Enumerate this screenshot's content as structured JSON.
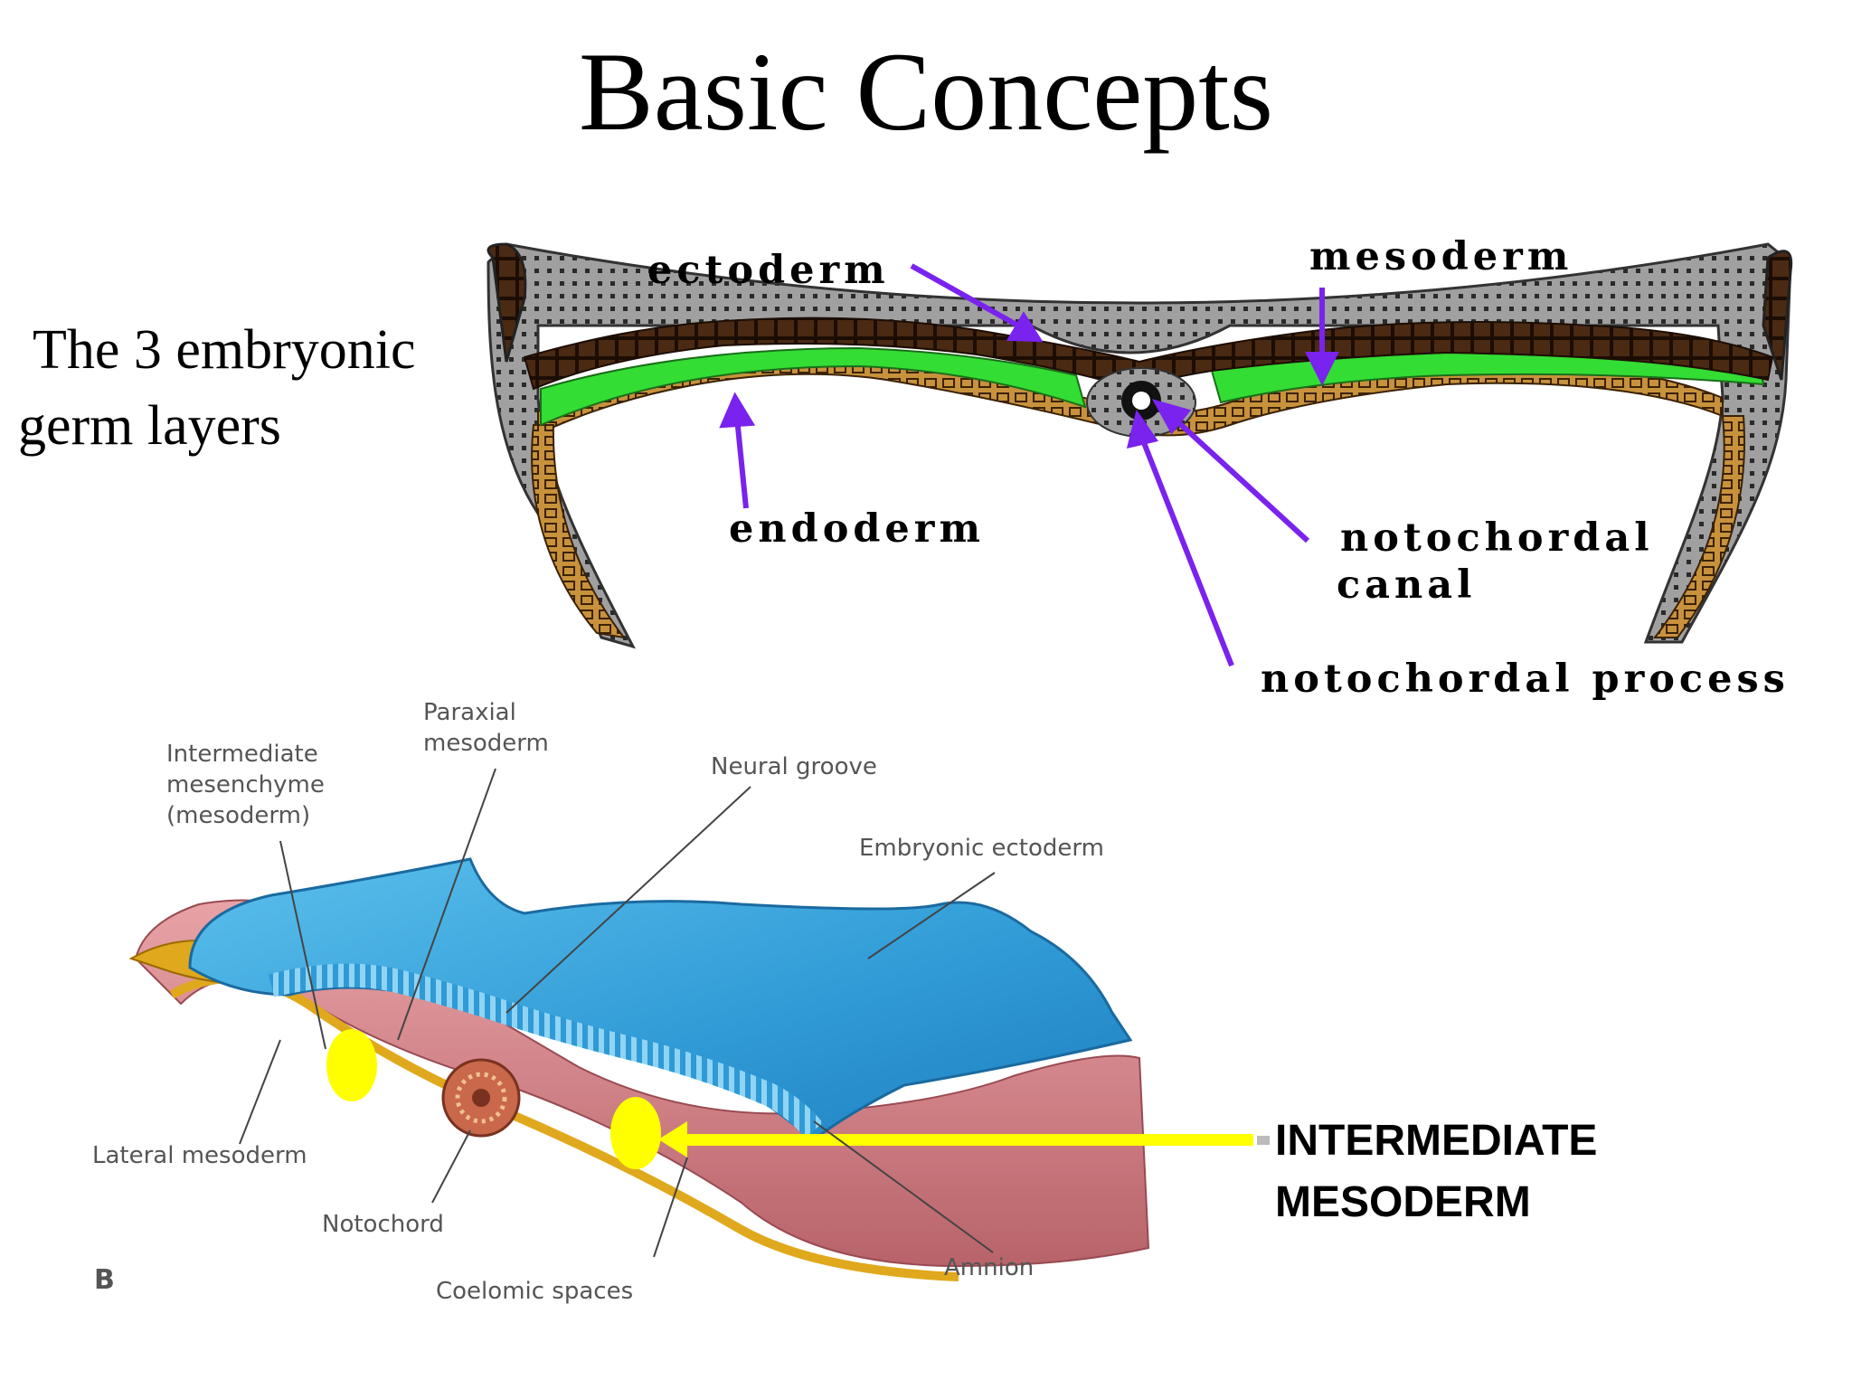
{
  "slide": {
    "title": "Basic Concepts",
    "subtitle_line1": "The 3 embryonic",
    "subtitle_line2": "germ layers"
  },
  "top_diagram": {
    "labels": {
      "ectoderm": "ectoderm",
      "mesoderm": "mesoderm",
      "endoderm": "endoderm",
      "notochordal_canal_line1": "notochordal",
      "notochordal_canal_line2": "canal",
      "notochordal_process": "notochordal process"
    },
    "colors": {
      "ectoderm": "#4a2a12",
      "mesoderm": "#33dd33",
      "endoderm": "#c8923c",
      "wall": "#9a9a9a",
      "arrow": "#7a22ee"
    }
  },
  "bottom_diagram": {
    "labels": {
      "paraxial_line1": "Paraxial",
      "paraxial_line2": "mesoderm",
      "intermediate_line1": "Intermediate",
      "intermediate_line2": "mesenchyme",
      "intermediate_line3": "(mesoderm)",
      "neural_groove": "Neural groove",
      "embryonic_ectoderm": "Embryonic ectoderm",
      "lateral_mesoderm": "Lateral mesoderm",
      "notochord": "Notochord",
      "coelomic_spaces": "Coelomic spaces",
      "amnion": "Amnion",
      "panel_letter": "B"
    },
    "colors": {
      "ectoderm_blue": "#3aa6dc",
      "mesoderm_pink": "#d9888c",
      "endoderm_yellow": "#e0a81c",
      "highlight": "#ffff00"
    }
  },
  "callout": {
    "line1": "INTERMEDIATE",
    "line2": "MESODERM"
  }
}
